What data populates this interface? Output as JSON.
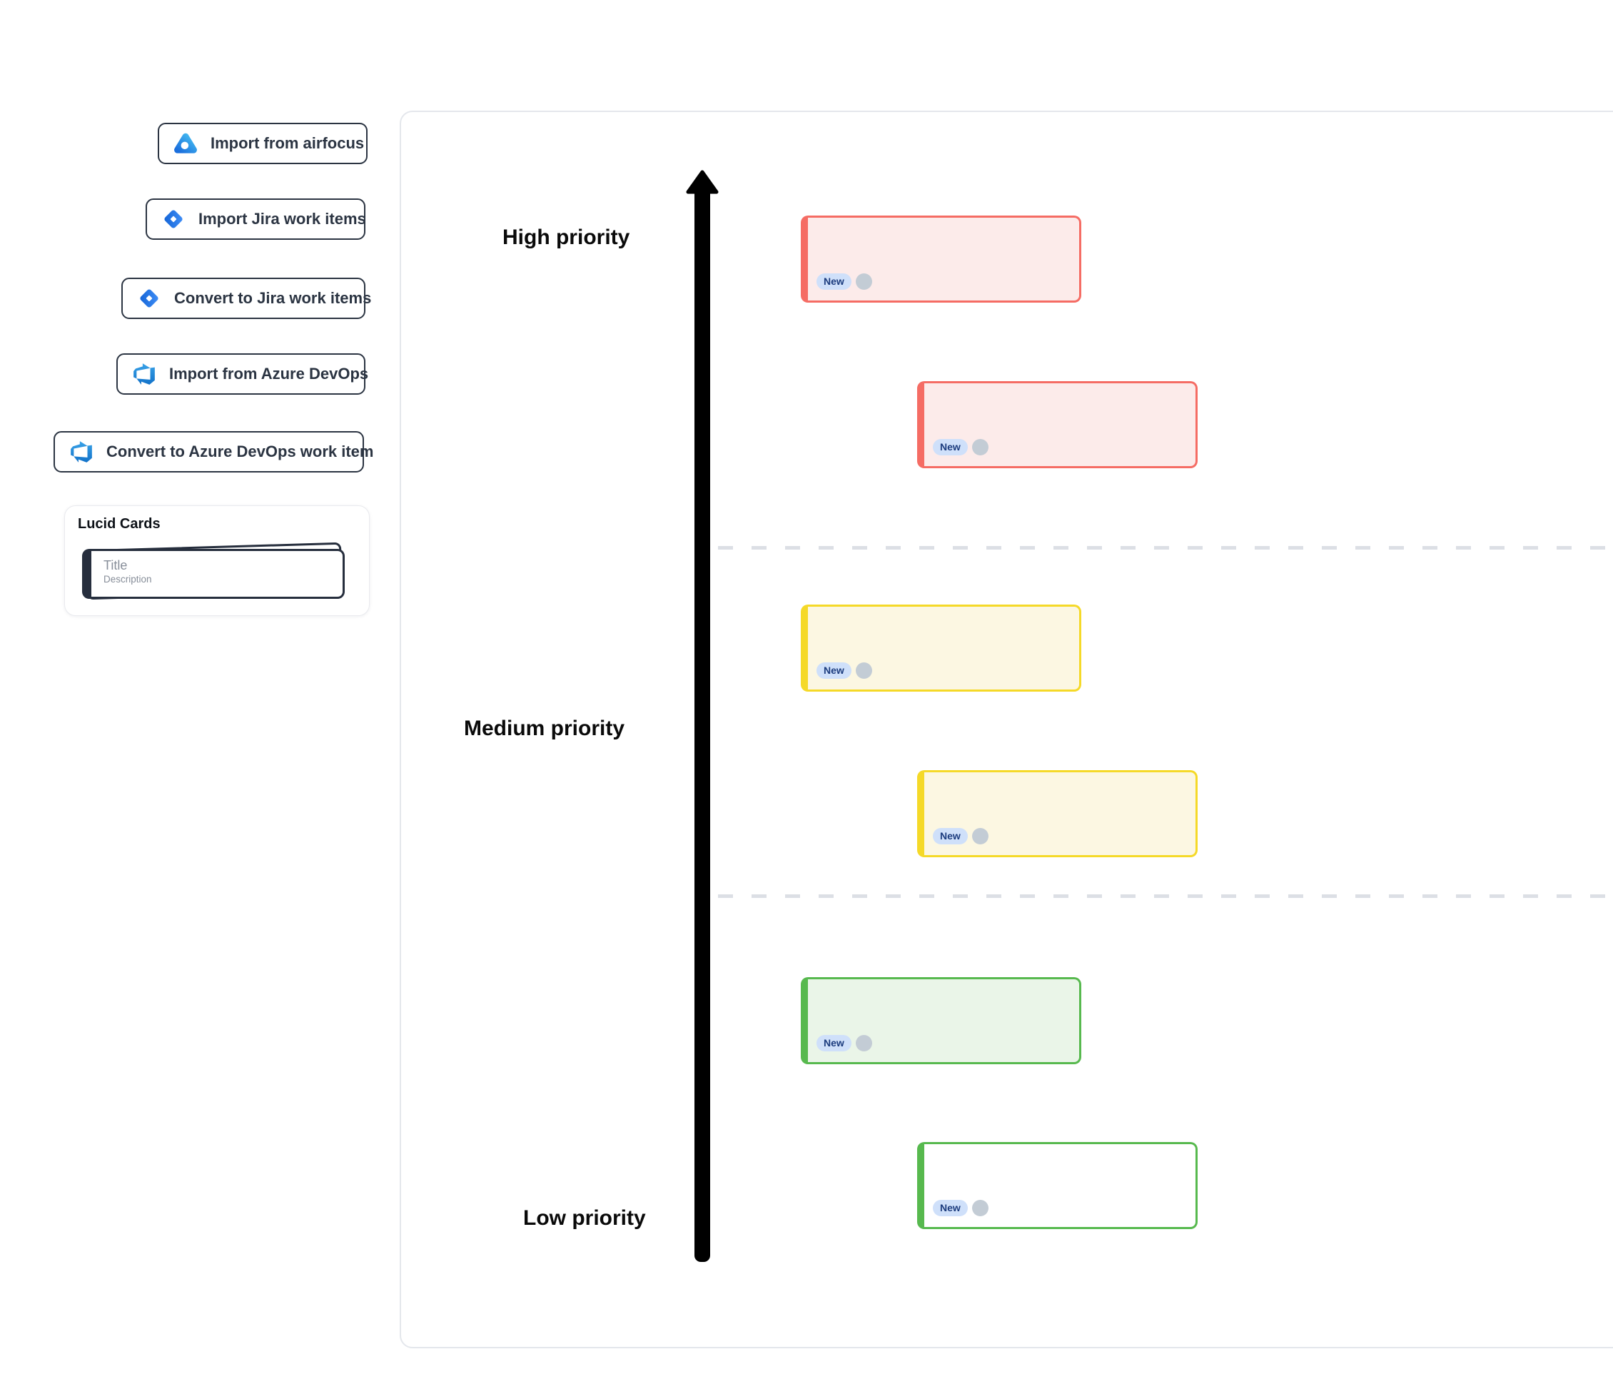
{
  "sidebar": {
    "buttons": [
      {
        "id": "import-airfocus",
        "label": "Import from airfocus",
        "icon": "airfocus-logo"
      },
      {
        "id": "import-jira",
        "label": "Import Jira work items",
        "icon": "jira-logo"
      },
      {
        "id": "convert-jira",
        "label": "Convert to Jira work items",
        "icon": "jira-logo"
      },
      {
        "id": "import-azure",
        "label": "Import from Azure DevOps",
        "icon": "azure-devops-logo"
      },
      {
        "id": "convert-azure",
        "label": "Convert to Azure DevOps work item",
        "icon": "azure-devops-logo"
      }
    ],
    "lucid_cards_panel": {
      "title": "Lucid Cards",
      "card_preview": {
        "title_placeholder": "Title",
        "description_placeholder": "Description"
      }
    }
  },
  "canvas": {
    "priority_labels": [
      {
        "text": "High priority"
      },
      {
        "text": "Medium priority"
      },
      {
        "text": "Low priority"
      }
    ],
    "cards": [
      {
        "zone": "high",
        "badge": "New",
        "border_color": "#f56c64",
        "fill_color": "#fcebea"
      },
      {
        "zone": "high",
        "badge": "New",
        "border_color": "#f56c64",
        "fill_color": "#fcebea"
      },
      {
        "zone": "medium",
        "badge": "New",
        "border_color": "#f5d928",
        "fill_color": "#fcf7e2"
      },
      {
        "zone": "medium",
        "badge": "New",
        "border_color": "#f5d928",
        "fill_color": "#fcf7e2"
      },
      {
        "zone": "low",
        "badge": "New",
        "border_color": "#57b94e",
        "fill_color": "#eaf5e8"
      },
      {
        "zone": "low",
        "badge": "New",
        "border_color": "#57b94e",
        "fill_color": "#ffffff"
      }
    ],
    "colors": {
      "badge_background": "#cfe0fa",
      "badge_text": "#1c3c7e",
      "avatar_gray": "#c3ccd5",
      "divider_dash_gray": "#dcdfe5",
      "axis_arrow_black": "#000000",
      "canvas_border": "#e4e7ec",
      "button_outline": "#2b3442"
    }
  }
}
